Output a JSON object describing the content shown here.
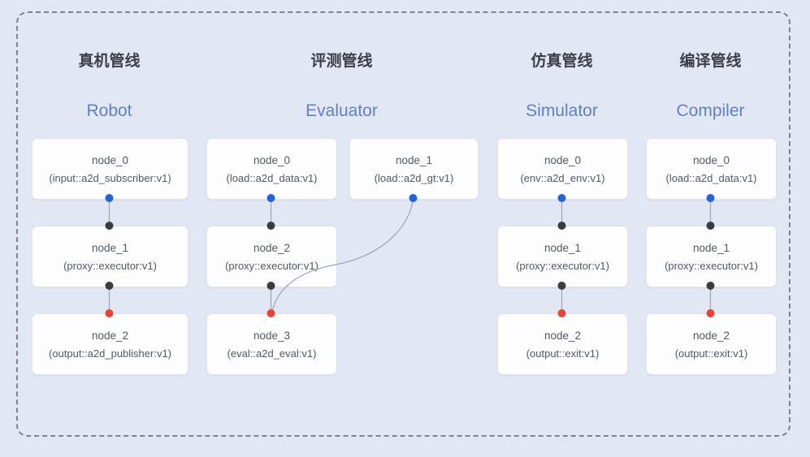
{
  "pipelines": [
    {
      "title_zh": "真机管线",
      "title_en": "Robot",
      "nodes": [
        {
          "name": "node_0",
          "detail": "(input::a2d_subscriber:v1)"
        },
        {
          "name": "node_1",
          "detail": "(proxy::executor:v1)"
        },
        {
          "name": "node_2",
          "detail": "(output::a2d_publisher:v1)"
        }
      ]
    },
    {
      "title_zh": "评测管线",
      "title_en": "Evaluator",
      "nodes": [
        {
          "name": "node_0",
          "detail": "(load::a2d_data:v1)"
        },
        {
          "name": "node_1",
          "detail": "(load::a2d_gt:v1)"
        },
        {
          "name": "node_2",
          "detail": "(proxy::executor:v1)"
        },
        {
          "name": "node_3",
          "detail": "(eval::a2d_eval:v1)"
        }
      ]
    },
    {
      "title_zh": "仿真管线",
      "title_en": "Simulator",
      "nodes": [
        {
          "name": "node_0",
          "detail": "(env::a2d_env:v1)"
        },
        {
          "name": "node_1",
          "detail": "(proxy::executor:v1)"
        },
        {
          "name": "node_2",
          "detail": "(output::exit:v1)"
        }
      ]
    },
    {
      "title_zh": "编译管线",
      "title_en": "Compiler",
      "nodes": [
        {
          "name": "node_0",
          "detail": "(load::a2d_data:v1)"
        },
        {
          "name": "node_1",
          "detail": "(proxy::executor:v1)"
        },
        {
          "name": "node_2",
          "detail": "(output::exit:v1)"
        }
      ]
    }
  ],
  "colors": {
    "input_port": "#2065e0",
    "mid_port": "#393c41",
    "output_port": "#ea4334",
    "wire": "#9ea5b2",
    "title_en": "#6181c7",
    "frame_dash": "#7c828e",
    "background": "#e2e7f4"
  }
}
